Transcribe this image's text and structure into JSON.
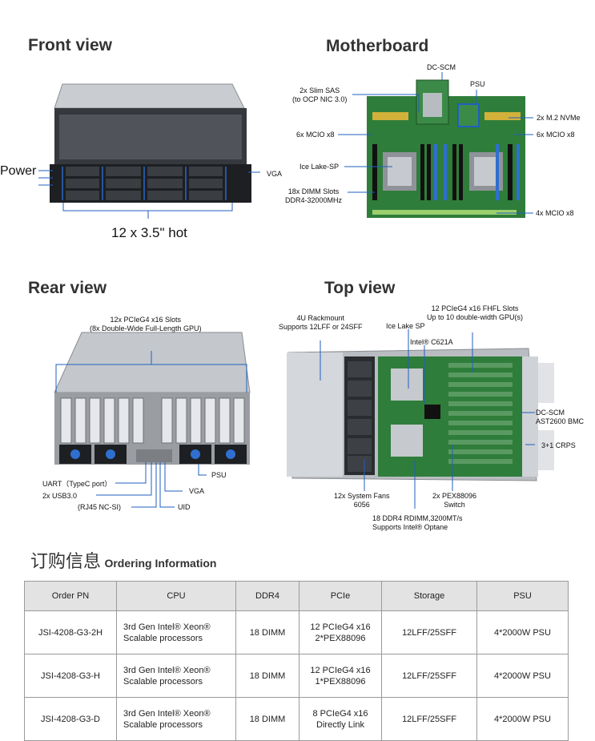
{
  "sections": {
    "front": "Front view",
    "motherboard": "Motherboard",
    "rear": "Rear view",
    "top": "Top view"
  },
  "front": {
    "power": "Power",
    "vga": "VGA",
    "bays": "12 x 3.5\" hot"
  },
  "motherboard": {
    "dcscm": "DC-SCM",
    "psu": "PSU",
    "slim_sas_1": "2x Slim SAS",
    "slim_sas_2": "(to OCP NIC 3.0)",
    "m2": "2x M.2 NVMe",
    "mcio_left": "6x MCIO x8",
    "mcio_right": "6x MCIO x8",
    "icelake": "Ice Lake-SP",
    "dimm_1": "18x DIMM Slots",
    "dimm_2": "DDR4-32000MHz",
    "mcio_bottom": "4x MCIO x8"
  },
  "rear": {
    "pcie_1": "12x PCIeG4 x16 Slots",
    "pcie_2": "(8x Double-Wide Full-Length GPU)",
    "psu": "PSU",
    "vga": "VGA",
    "uart": "UART（TypeC port）",
    "usb": "2x USB3.0",
    "rj45": "(RJ45  NC-SI)",
    "uid": "UID"
  },
  "top": {
    "rack_1": "4U Rackmount",
    "rack_2": "Supports 12LFF or 24SFF",
    "icelake": "Ice Lake SP",
    "c621a": "Intel® C621A",
    "pcie_1": "12 PCIeG4 x16 FHFL Slots",
    "pcie_2": "Up to 10 double-width  GPU(s)",
    "dcscm_1": "DC-SCM",
    "dcscm_2": "AST2600 BMC",
    "crps": "3+1 CRPS",
    "fans_1": "12x System Fans",
    "fans_2": "6056",
    "switch_1": "2x PEX88096",
    "switch_2": "Switch",
    "ddr_1": "18 DDR4 RDIMM,3200MT/s",
    "ddr_2": "Supports Intel® Optane"
  },
  "ordering": {
    "title_cn": "订购信息",
    "title_en": "Ordering Information",
    "headers": [
      "Order PN",
      "CPU",
      "DDR4",
      "PCIe",
      "Storage",
      "PSU"
    ],
    "rows": [
      {
        "pn": "JSI-4208-G3-2H",
        "cpu_1": "3rd Gen Intel® Xeon®",
        "cpu_2": "Scalable processors",
        "ddr": "18 DIMM",
        "pcie_1": "12 PCIeG4 x16",
        "pcie_2": "2*PEX88096",
        "storage": "12LFF/25SFF",
        "psu": "4*2000W PSU"
      },
      {
        "pn": "JSI-4208-G3-H",
        "cpu_1": "3rd Gen Intel® Xeon®",
        "cpu_2": "Scalable processors",
        "ddr": "18 DIMM",
        "pcie_1": "12 PCIeG4 x16",
        "pcie_2": "1*PEX88096",
        "storage": "12LFF/25SFF",
        "psu": "4*2000W PSU"
      },
      {
        "pn": "JSI-4208-G3-D",
        "cpu_1": "3rd Gen Intel® Xeon®",
        "cpu_2": "Scalable processors",
        "ddr": "18 DIMM",
        "pcie_1": "8 PCIeG4 x16",
        "pcie_2": "Directly Link",
        "storage": "12LFF/25SFF",
        "psu": "4*2000W PSU"
      }
    ]
  },
  "colors": {
    "callout": "#1f5fbf",
    "pcb": "#2f7d3a",
    "chassis": "#8d9094",
    "table_header": "#e3e3e3"
  }
}
